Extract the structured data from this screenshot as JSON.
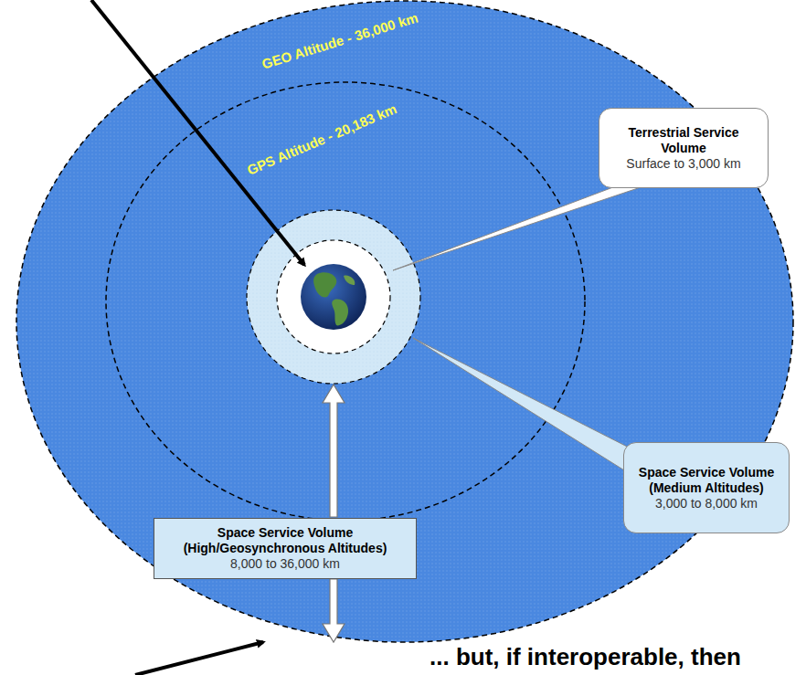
{
  "diagram": {
    "nodes": [
      {
        "text": [
          "Terrestrial Service Volume",
          "Surface to 3,000 km"
        ]
      },
      {
        "text": [
          "Space Service Volume (Medium Altitudes)",
          "3,000 to 8,000 km"
        ]
      },
      {
        "text": [
          "Space Service Volume (High/Geosynchronous Altitudes)",
          "8,000 to 36,000 km"
        ]
      }
    ],
    "labels": [
      "GEO Altitude - 36,000 km",
      "GPS Altitude - 20,183 km",
      "... but, if interoperable, then"
    ]
  }
}
